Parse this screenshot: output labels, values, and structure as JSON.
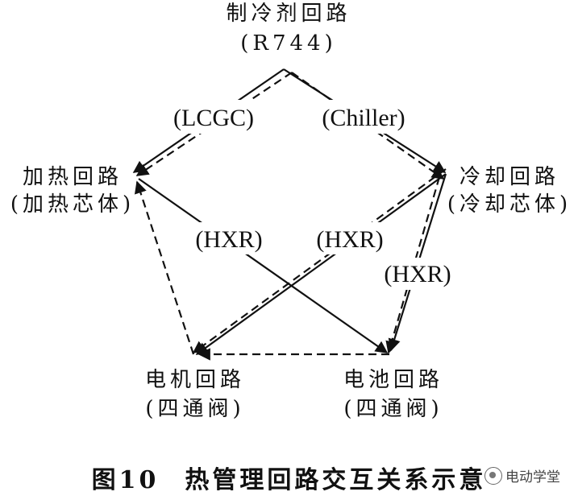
{
  "nodes": {
    "refrigerant": {
      "line1": "制冷剂回路",
      "line2": "(R744)"
    },
    "heating": {
      "line1": "加热回路",
      "line2": "(加热芯体)"
    },
    "cooling": {
      "line1": "冷却回路",
      "line2": "(冷却芯体)"
    },
    "motor": {
      "line1": "电机回路",
      "line2": "(四通阀)"
    },
    "battery": {
      "line1": "电池回路",
      "line2": "(四通阀)"
    }
  },
  "edge_labels": {
    "lcgc": "(LCGC)",
    "chiller": "(Chiller)",
    "hxr_left": "(HXR)",
    "hxr_mid": "(HXR)",
    "hxr_right": "(HXR)"
  },
  "caption": {
    "figure_no": "图10",
    "title": "热管理回路交互关系示意"
  },
  "watermark": {
    "text": "电动学堂",
    "icon": "wechat-icon"
  }
}
